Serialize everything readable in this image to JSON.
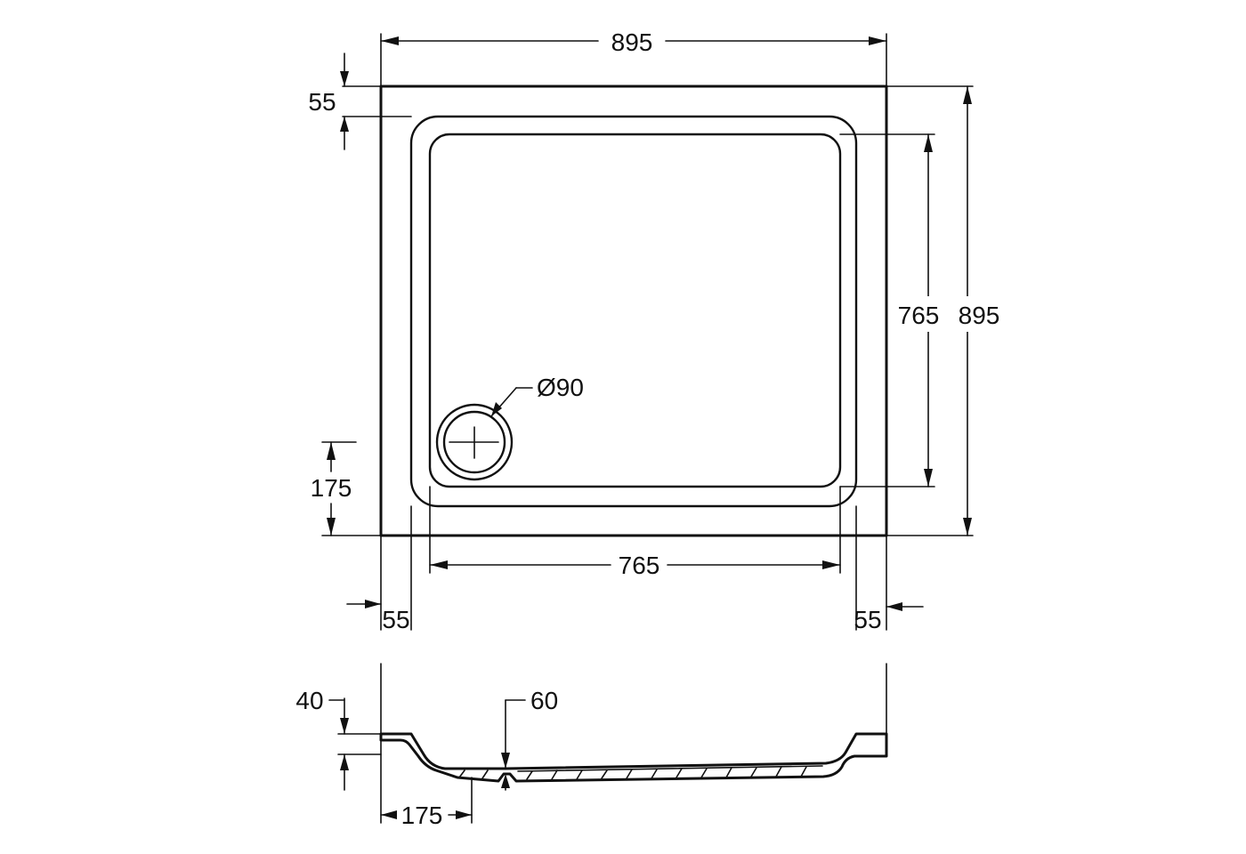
{
  "plan_view": {
    "overall_width": "895",
    "overall_depth": "895",
    "rim_top": "55",
    "inner_depth": "765",
    "inner_width": "765",
    "rim_left": "55",
    "rim_right": "55",
    "waste_offset": "175",
    "waste_diameter": "Ø90"
  },
  "section_view": {
    "rim_height": "40",
    "tray_depth": "60",
    "waste_offset": "175"
  }
}
